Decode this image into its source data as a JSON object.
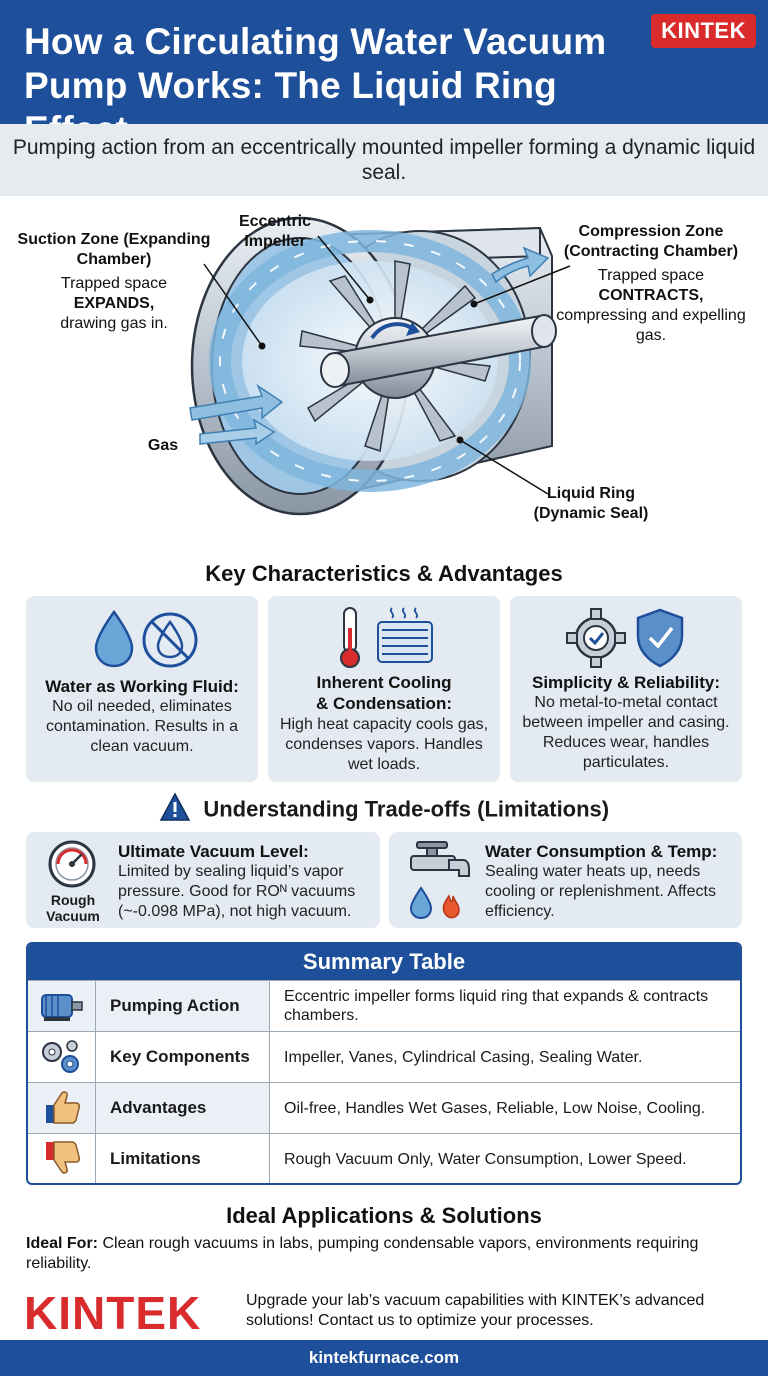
{
  "header": {
    "title": "How a Circulating Water Vacuum Pump Works: The Liquid Ring Effect",
    "brand_badge": "KINTEK"
  },
  "subtitle": "Pumping action from an eccentrically mounted impeller forming a dynamic liquid seal.",
  "diagram": {
    "suction_title": "Suction Zone (Expanding Chamber)",
    "suction_text_1": "Trapped space",
    "suction_text_2": "EXPANDS,",
    "suction_text_3": "drawing gas in.",
    "impeller_label": "Eccentric Impeller",
    "compression_title": "Compression Zone (Contracting Chamber)",
    "compression_text_1": "Trapped space",
    "compression_text_2": "CONTRACTS,",
    "compression_text_3": "compressing and expelling gas.",
    "gas_label": "Gas",
    "ring_label": "Liquid Ring (Dynamic Seal)"
  },
  "characteristics": {
    "title": "Key Characteristics & Advantages",
    "cards": [
      {
        "title": "Water as Working Fluid:",
        "text": "No oil needed, eliminates contamination. Results in a clean vacuum."
      },
      {
        "title": "Inherent Cooling & Condensation:",
        "text": "High heat capacity cools gas, condenses vapors. Handles wet loads."
      },
      {
        "title": "Simplicity & Reliability:",
        "text": "No metal-to-metal contact between impeller and casing. Reduces wear, handles particulates."
      }
    ]
  },
  "tradeoffs": {
    "title": "Understanding Trade-offs (Limitations)",
    "gauge_label": "Rough Vacuum",
    "items": [
      {
        "title": "Ultimate Vacuum Level:",
        "text": "Limited by sealing liquid’s vapor pressure. Good for ROᴺ vacuums (~-0.098 MPa), not high vacuum."
      },
      {
        "title": "Water Consumption & Temp:",
        "text": "Sealing water heats up, needs cooling or replenishment. Affects efficiency."
      }
    ]
  },
  "summary": {
    "title": "Summary Table",
    "rows": [
      {
        "label": "Pumping Action",
        "value": "Eccentric impeller forms liquid ring that expands & contracts chambers.",
        "icon": "motor-icon"
      },
      {
        "label": "Key Components",
        "value": "Impeller, Vanes, Cylindrical Casing, Sealing Water.",
        "icon": "gears-icon"
      },
      {
        "label": "Advantages",
        "value": "Oil-free, Handles Wet Gases, Reliable, Low Noise, Cooling.",
        "icon": "thumbs-up-icon"
      },
      {
        "label": "Limitations",
        "value": "Rough Vacuum Only, Water Consumption, Lower Speed.",
        "icon": "thumbs-down-icon"
      }
    ]
  },
  "applications": {
    "title": "Ideal Applications & Solutions",
    "lead": "Ideal For:",
    "text": "Clean rough vacuums in labs, pumping condensable vapors, environments requiring reliability."
  },
  "footer": {
    "logo": "KINTEK",
    "text": "Upgrade your lab’s vacuum capabilities with KINTEK’s advanced solutions! Contact us to optimize your processes.",
    "url": "kintekfurnace.com"
  },
  "colors": {
    "brand_blue": "#1e4f9a",
    "brand_red": "#d92b2b",
    "card_bg": "#e3eaf1"
  }
}
